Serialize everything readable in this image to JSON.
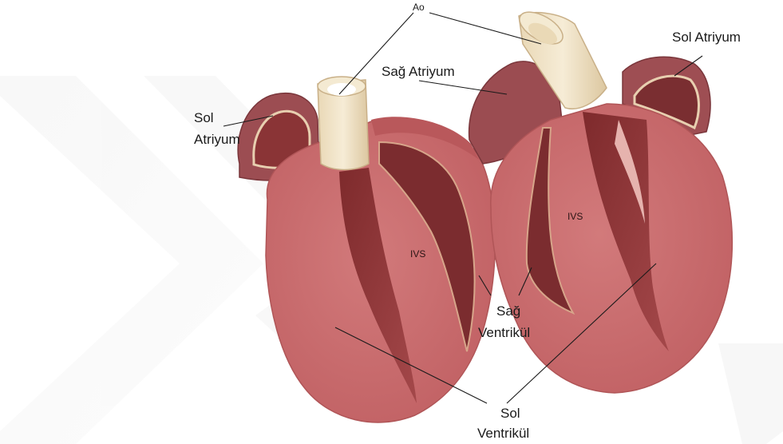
{
  "labels": {
    "ao": "Ao",
    "sag_atriyum": "Sağ Atriyum",
    "sol_atriyum_left_1": "Sol",
    "sol_atriyum_left_2": "Atriyum",
    "sol_atriyum_right": "Sol Atriyum",
    "ivs_left": "IVS",
    "ivs_right": "IVS",
    "sag_ventrikul_1": "Sağ",
    "sag_ventrikul_2": "Ventrikül",
    "sol_ventrikul_1": "Sol",
    "sol_ventrikul_2": "Ventrikül"
  },
  "colors": {
    "myocardium": "#c8696b",
    "myocardium_dark": "#a84a4c",
    "cavity": "#8c3434",
    "aorta": "#efe2c4",
    "atrium": "#9a4a4e"
  }
}
